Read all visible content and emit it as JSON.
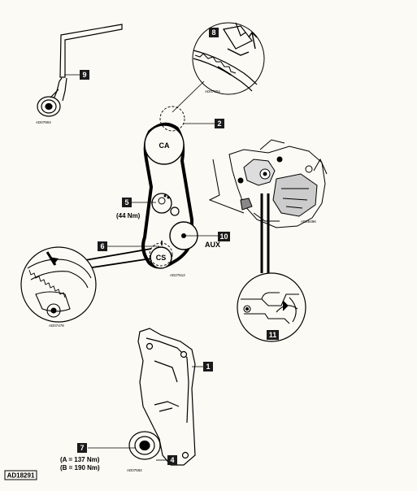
{
  "reference": "AD18291",
  "callouts": {
    "c1": "1",
    "c2": "2",
    "c4": "4",
    "c5": "5",
    "c6": "6",
    "c7": "7",
    "c8": "8",
    "c9": "9",
    "c10": "10",
    "c11": "11"
  },
  "pulleys": {
    "camshaft": "CA",
    "crankshaft": "CS",
    "auxiliary": "AUX"
  },
  "torques": {
    "tensioner": "(44 Nm)",
    "crank_a": "(A = 137 Nm)",
    "crank_b": "(B = 190 Nm)"
  },
  "image_codes": {
    "tool": "AD07904",
    "belt_detail": "AD07904",
    "belt_layout": "AD27612",
    "pump_photo": "AD26486",
    "crank_detail": "AD07478",
    "cover": "AD07592"
  },
  "colors": {
    "ink": "#000000",
    "paper": "#fbfaf4",
    "label_box": "#1a1a1a"
  }
}
